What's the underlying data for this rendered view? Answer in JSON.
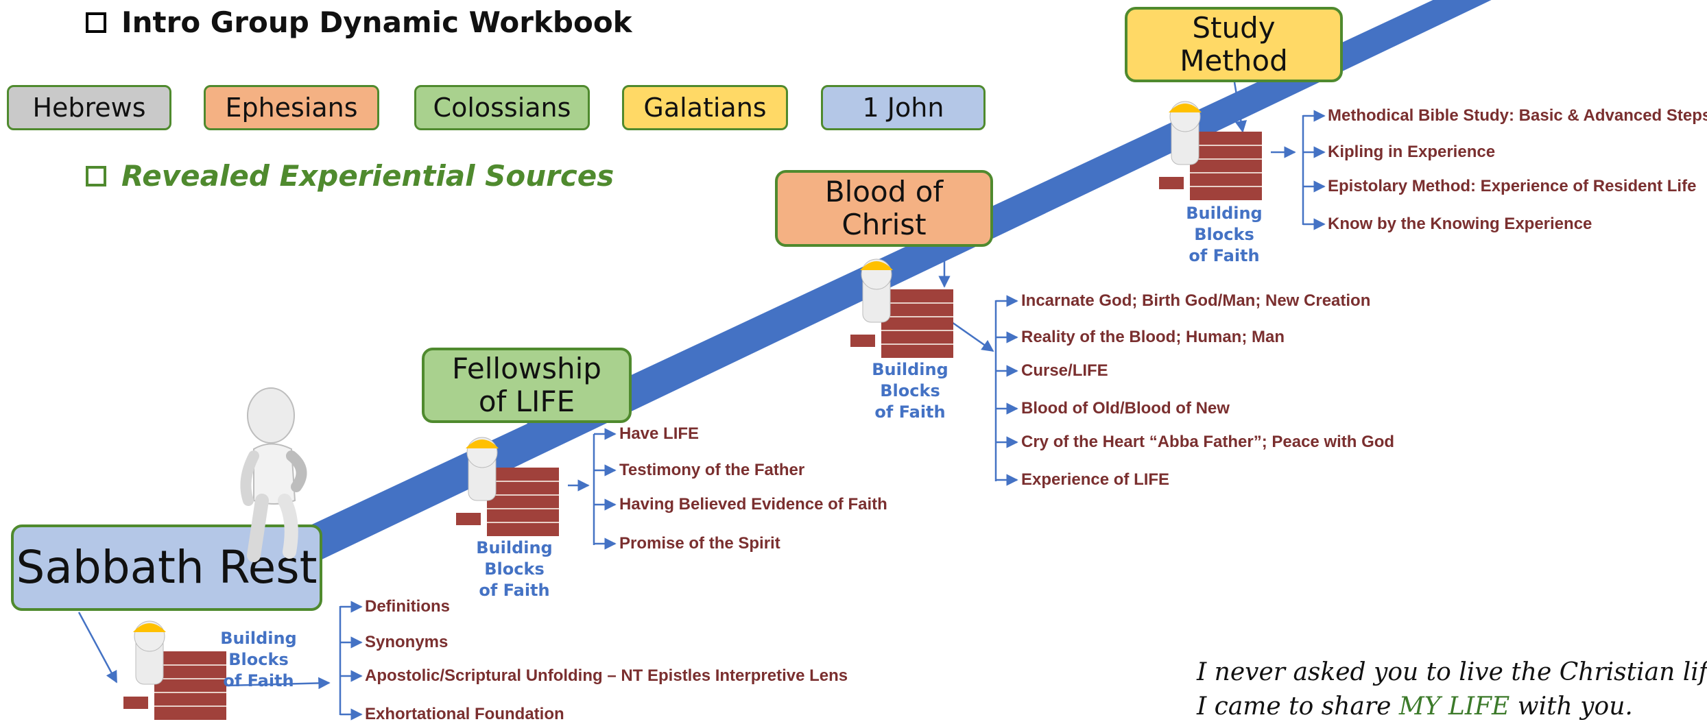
{
  "header": {
    "workbook_title": "Intro Group Dynamic Workbook",
    "sources_title": "Revealed Experiential Sources"
  },
  "books": [
    {
      "label": "Hebrews",
      "color": "#c9c9c9"
    },
    {
      "label": "Ephesians",
      "color": "#f4b183"
    },
    {
      "label": "Colossians",
      "color": "#a9d18e"
    },
    {
      "label": "Galatians",
      "color": "#ffd966"
    },
    {
      "label": "1 John",
      "color": "#b4c7e7"
    }
  ],
  "steps": [
    {
      "title": "Sabbath Rest",
      "color": "#b4c7e7",
      "caption": "Building Blocks\nof Faith",
      "items": [
        "Definitions",
        "Synonyms",
        "Apostolic/Scriptural Unfolding – NT Epistles Interpretive Lens",
        "Exhortational Foundation"
      ]
    },
    {
      "title": "Fellowship\nof LIFE",
      "color": "#a9d18e",
      "caption": "Building Blocks\nof Faith",
      "items": [
        "Have LIFE",
        "Testimony of the Father",
        "Having Believed Evidence of Faith",
        "Promise of the Spirit"
      ]
    },
    {
      "title": "Blood of\nChrist",
      "color": "#f4b183",
      "caption": "Building Blocks\nof Faith",
      "items": [
        "Incarnate God; Birth God/Man; New Creation",
        "Reality of the Blood; Human; Man",
        "Curse/LIFE",
        "Blood of Old/Blood of New",
        "Cry of the Heart “Abba Father”; Peace with God",
        "Experience of LIFE"
      ]
    },
    {
      "title": "Study\nMethod",
      "color": "#ffd966",
      "caption": "Building Blocks\nof Faith",
      "items": [
        "Methodical Bible Study: Basic & Advanced Steps",
        "Kipling in Experience",
        "Epistolary Method: Experience of Resident Life",
        "Know by the Knowing Experience"
      ]
    }
  ],
  "quote": {
    "line1": "I never asked you to live the Christian life,",
    "line2_pre": "I came to share ",
    "line2_em": "MY LIFE",
    "line2_post": " with you."
  },
  "colors": {
    "ribbon": "#4472c4",
    "arrow": "#4472c4",
    "item_text": "#7a2f2f",
    "caption": "#4472c4",
    "sources_title": "#4f8a2e"
  }
}
